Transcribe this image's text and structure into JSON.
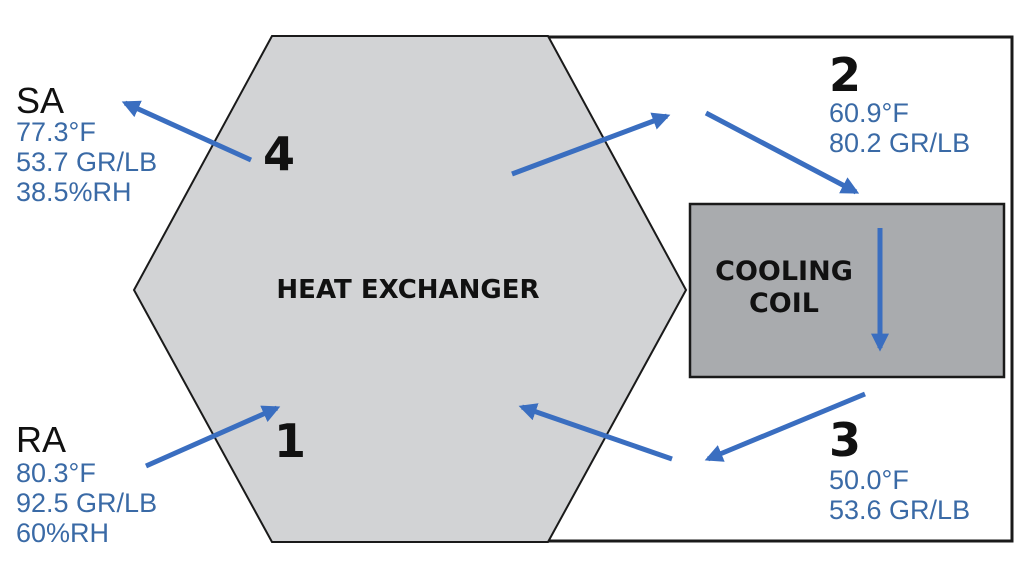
{
  "colors": {
    "arrow": "#3a6ec0",
    "reading_text": "#3a6aa6",
    "exchanger_fill": "#d2d3d5",
    "coil_fill": "#a9abae",
    "outline": "#1a1a1a"
  },
  "heat_exchanger": {
    "label": "HEAT EXCHANGER"
  },
  "cooling_coil": {
    "line1": "COOLING",
    "line2": "COIL"
  },
  "supply_air": {
    "label": "SA",
    "point": "4",
    "temp": "77.3°F",
    "humidity": "53.7 GR/LB",
    "rh": "38.5%RH"
  },
  "return_air": {
    "label": "RA",
    "point": "1",
    "temp": "80.3°F",
    "humidity": "92.5 GR/LB",
    "rh": "60%RH"
  },
  "state_2": {
    "point": "2",
    "temp": "60.9°F",
    "humidity": "80.2 GR/LB"
  },
  "state_3": {
    "point": "3",
    "temp": "50.0°F",
    "humidity": "53.6 GR/LB"
  },
  "arrows": [
    {
      "id": "ra-inlet-arrow",
      "direction": "into exchanger"
    },
    {
      "id": "exchanger-to-coil-arrow",
      "direction": "exchanger to duct"
    },
    {
      "id": "duct-to-coil-arrow",
      "direction": "down to coil"
    },
    {
      "id": "coil-downward-arrow",
      "direction": "through coil"
    },
    {
      "id": "coil-return-arrow",
      "direction": "out of coil"
    },
    {
      "id": "duct-to-exchanger-arrow",
      "direction": "back to exchanger"
    },
    {
      "id": "sa-outlet-arrow",
      "direction": "supply out"
    }
  ]
}
